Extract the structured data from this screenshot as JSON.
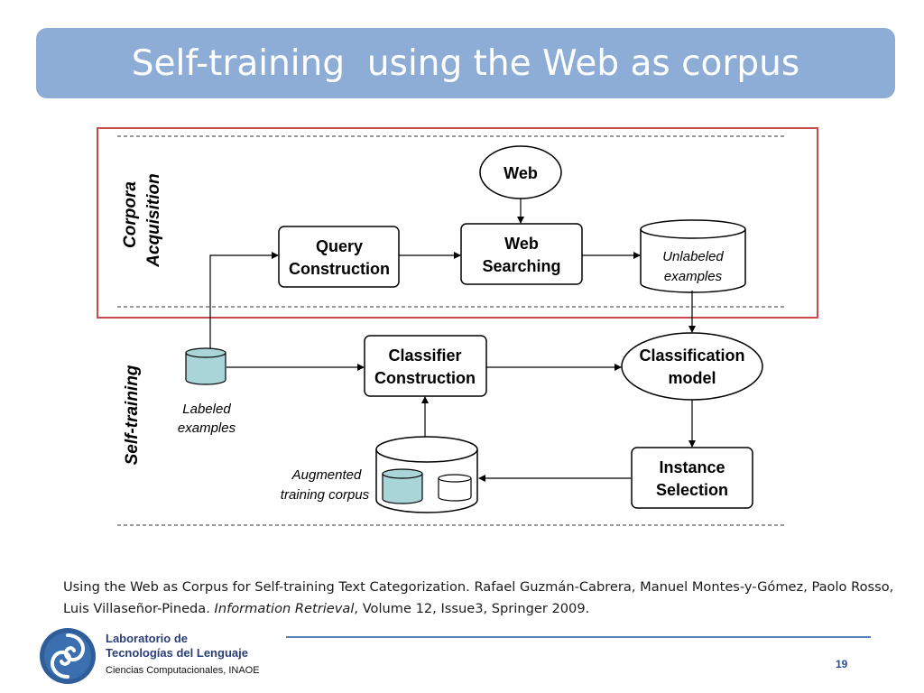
{
  "slide": {
    "title": "Self-training  using the Web as corpus",
    "page_number": "19"
  },
  "diagram": {
    "sections": {
      "corpora_line1": "Corpora",
      "corpora_line2": "Acquisition",
      "self_training": "Self-training"
    },
    "nodes": {
      "web": "Web",
      "query_line1": "Query",
      "query_line2": "Construction",
      "websearch_line1": "Web",
      "websearch_line2": "Searching",
      "unlabeled_line1": "Unlabeled",
      "unlabeled_line2": "examples",
      "labeled_line1": "Labeled",
      "labeled_line2": "examples",
      "classifier_line1": "Classifier",
      "classifier_line2": "Construction",
      "model_line1": "Classification",
      "model_line2": "model",
      "instance_line1": "Instance",
      "instance_line2": "Selection",
      "augmented_line1": "Augmented",
      "augmented_line2": "training corpus"
    },
    "colors": {
      "highlight_border": "#c94a4a",
      "labeled_fill": "#a9d4d8",
      "title_bar": "#8eadd6"
    }
  },
  "citation": {
    "text": "Using the Web as Corpus for Self-training Text Categorization. Rafael Guzmán-Cabrera, Manuel Montes-y-Gómez, Paolo Rosso, Luis Villaseñor-Pineda. ",
    "journal": "Information Retrieval",
    "details": ", Volume 12, Issue3, Springer 2009."
  },
  "footer": {
    "lab_line1": "Laboratorio de",
    "lab_line2": "Tecnologías del Lenguaje",
    "lab_line3": "Ciencias Computacionales, INAOE",
    "logo_icon": "inaoe-swirl-logo-icon"
  }
}
